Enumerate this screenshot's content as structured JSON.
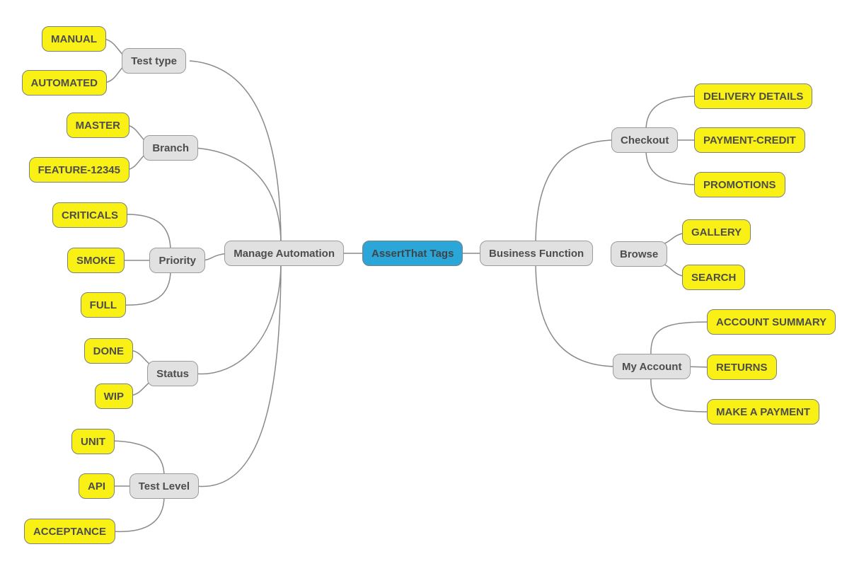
{
  "colors": {
    "root_fill": "#2ba6d9",
    "category_fill": "#e1e1e1",
    "leaf_fill": "#f9f116",
    "node_border": "#7f7f7f",
    "edge_line": "#8a8a8a",
    "text": "#4d4d4d",
    "background": "#ffffff"
  },
  "map": {
    "root": {
      "label": "AssertThat Tags"
    },
    "left": {
      "label": "Manage Automation",
      "children": [
        {
          "label": "Test type",
          "children": [
            {
              "label": "MANUAL"
            },
            {
              "label": "AUTOMATED"
            }
          ]
        },
        {
          "label": "Branch",
          "children": [
            {
              "label": "MASTER"
            },
            {
              "label": "FEATURE-12345"
            }
          ]
        },
        {
          "label": "Priority",
          "children": [
            {
              "label": "CRITICALS"
            },
            {
              "label": "SMOKE"
            },
            {
              "label": "FULL"
            }
          ]
        },
        {
          "label": "Status",
          "children": [
            {
              "label": "DONE"
            },
            {
              "label": "WIP"
            }
          ]
        },
        {
          "label": "Test Level",
          "children": [
            {
              "label": "UNIT"
            },
            {
              "label": "API"
            },
            {
              "label": "ACCEPTANCE"
            }
          ]
        }
      ]
    },
    "right": {
      "label": "Business Function",
      "children": [
        {
          "label": "Checkout",
          "children": [
            {
              "label": "DELIVERY DETAILS"
            },
            {
              "label": "PAYMENT-CREDIT"
            },
            {
              "label": "PROMOTIONS"
            }
          ]
        },
        {
          "label": "Browse",
          "children": [
            {
              "label": "GALLERY"
            },
            {
              "label": "SEARCH"
            }
          ]
        },
        {
          "label": "My Account",
          "children": [
            {
              "label": "ACCOUNT SUMMARY"
            },
            {
              "label": "RETURNS"
            },
            {
              "label": "MAKE A PAYMENT"
            }
          ]
        }
      ]
    }
  }
}
